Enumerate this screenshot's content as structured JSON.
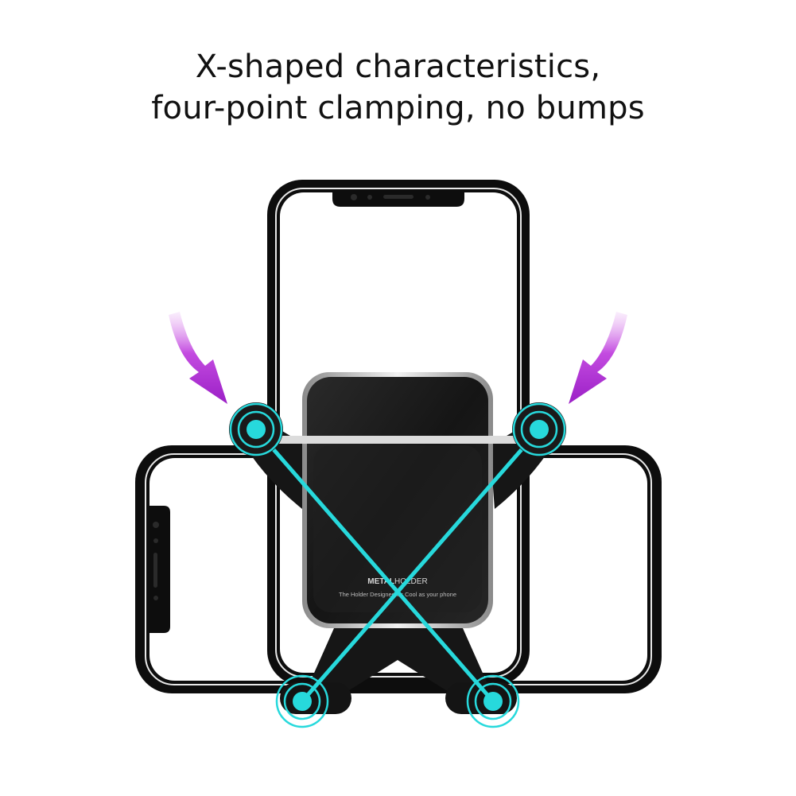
{
  "headline": {
    "line1": "X-shaped characteristics,",
    "line2": "four-point clamping, no bumps"
  },
  "holder": {
    "brand_bold": "METAL",
    "brand_light": "HOLDER",
    "tagline": "The Holder Designed as Cool as your phone"
  },
  "colors": {
    "accent_cyan": "#27d9dc",
    "arrow_purple": "#b52bd6",
    "holder_body": "#1a1a1a",
    "phone_frame": "#0d0d0d"
  },
  "icons": {
    "clamp_point": "target-rings-icon",
    "press_arrow": "curved-arrow-icon"
  }
}
